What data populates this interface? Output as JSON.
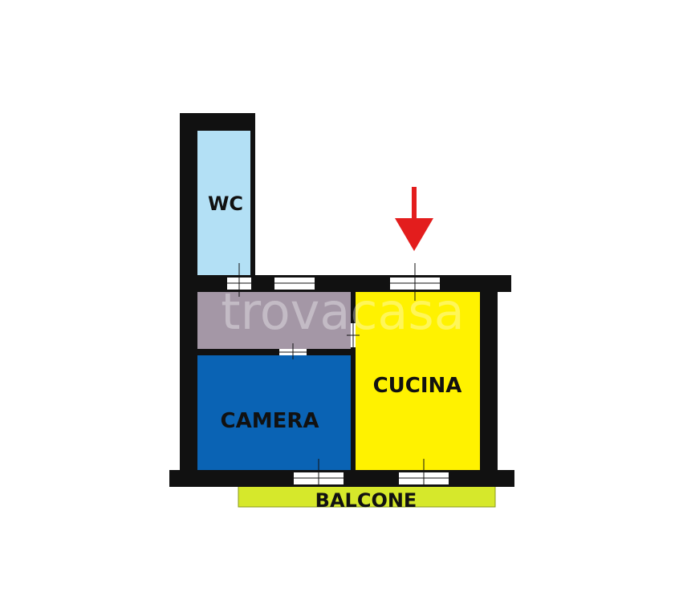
{
  "floorplan": {
    "rooms": {
      "wc": {
        "label": "WC",
        "color": "#b3e0f5"
      },
      "corridor": {
        "label": "",
        "color": "#a497a6"
      },
      "camera": {
        "label": "CAMERA",
        "color": "#0a63b4"
      },
      "cucina": {
        "label": "CUCINA",
        "color": "#fff200"
      },
      "balcone": {
        "label": "BALCONE",
        "color": "#d6e82b"
      }
    },
    "wall_color": "#111111",
    "window_color": "#ffffff",
    "entrance_arrow_color": "#e31d1d",
    "watermark": "trovacasa"
  }
}
